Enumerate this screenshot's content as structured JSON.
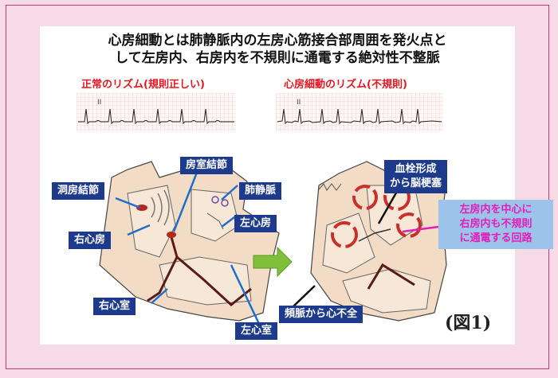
{
  "title_lines": [
    "心房細動とは肺静脈内の左房心筋接合部周囲を発火点と",
    "して左房内、右房内を不規則に通電する絶対性不整脈"
  ],
  "rhythm_normal": "正常のリズム(規則正しい)",
  "rhythm_af": "心房細動のリズム(不規則)",
  "labels": {
    "sinus_node": "洞房結節",
    "av_node": "房室結節",
    "pulmonary_vein": "肺静脈",
    "left_atrium": "左心房",
    "right_atrium": "右心房",
    "right_ventricle": "右心室",
    "left_ventricle": "左心室",
    "thrombus": [
      "血栓形成",
      "から脳梗塞"
    ],
    "tachy": "頻脈から心不全",
    "circuit": [
      "左房内を中心に",
      "右房内も不規則",
      "に通電する回路"
    ]
  },
  "figure_label": "(図1)",
  "colors": {
    "background": "#f6dbe6",
    "border": "#c03a78",
    "label_dark": "#1e3a8c",
    "label_light": "#9ec3ea",
    "rhythm_text": "#e4161f",
    "circuit_text": "#e01fb8",
    "arrow_green": "#7fbf3a"
  }
}
